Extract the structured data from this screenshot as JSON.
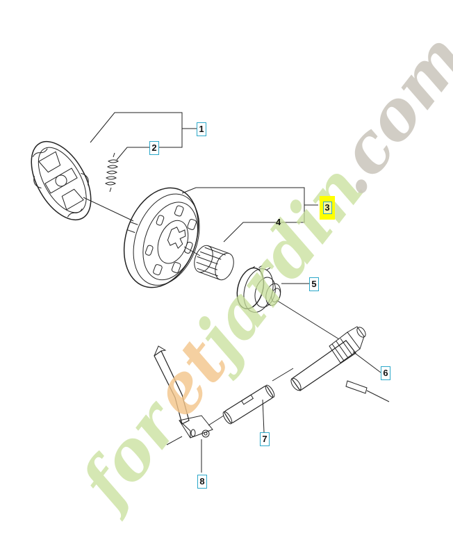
{
  "callouts": {
    "c1": "1",
    "c2": "2",
    "c3": "3",
    "c4": "4",
    "c5": "5",
    "c6": "6",
    "c7": "7",
    "c8": "8"
  },
  "watermark": {
    "part1": "for",
    "part2": "et",
    "part3": "jardin",
    "part4": ".com"
  },
  "colors": {
    "callout_border": "#2aa7c9",
    "highlight": "#ffff00",
    "watermark_green": "#c7df9a",
    "watermark_orange": "#f3c48a",
    "watermark_gray": "#c9c4bb",
    "line": "#222222"
  }
}
